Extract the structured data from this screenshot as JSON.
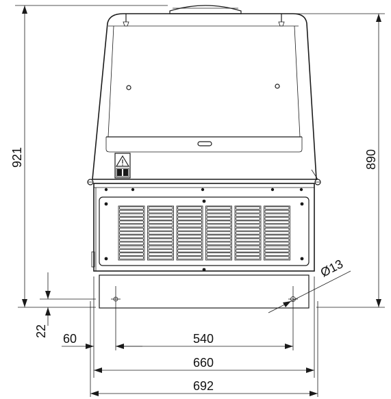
{
  "dimensions": {
    "overall_height": "921",
    "cabinet_height": "890",
    "foot_height": "22",
    "hole_offset": "60",
    "hole_spacing": "540",
    "base_width": "660",
    "overall_width": "692",
    "hole_diameter": "Ø13"
  },
  "icons": {
    "warning": "warning-triangle-icon",
    "manual": "manual-book-icon"
  },
  "colors": {
    "line": "#1a1a1a",
    "background": "#ffffff"
  }
}
